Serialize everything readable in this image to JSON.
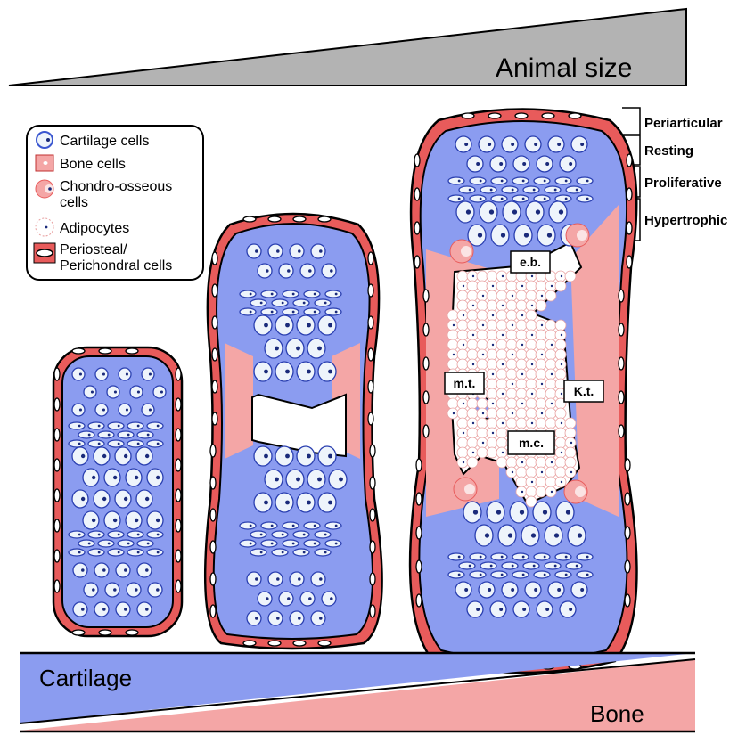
{
  "size_wedge": {
    "label": "Animal size"
  },
  "legend": {
    "items": [
      {
        "label": "Cartilage cells",
        "icon": "cartilage-cell-icon"
      },
      {
        "label": "Bone cells",
        "icon": "bone-cell-icon"
      },
      {
        "label_lines": [
          "Chondro-osseous",
          "cells"
        ],
        "icon": "chondro-osseous-cell-icon"
      },
      {
        "label": "Adipocytes",
        "icon": "adipocyte-icon"
      },
      {
        "label_lines": [
          "Periosteal/",
          "Perichondral cells"
        ],
        "icon": "periosteal-cell-icon"
      }
    ]
  },
  "zones": [
    "Periarticular",
    "Resting",
    "Proliferative",
    "Hypertrophic"
  ],
  "tags": {
    "eb": "e.b.",
    "mt": "m.t.",
    "kt": "K.t.",
    "mc": "m.c."
  },
  "gradient": {
    "cartilage": "Cartilage",
    "bone": "Bone"
  },
  "colors": {
    "cartilage": "#8b9cf0",
    "bone": "#f4a6a6",
    "periosteum": "#e85b5b",
    "wedge": "#b3b3b3",
    "cell": "#eef4fb",
    "nucleus": "#1a2a7a"
  }
}
